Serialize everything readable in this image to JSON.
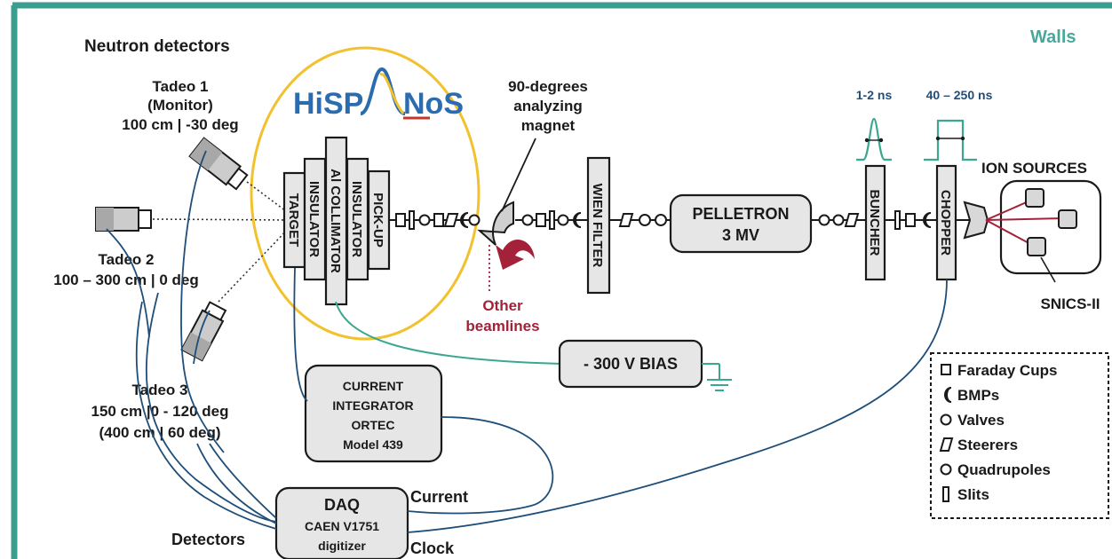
{
  "labels": {
    "neutron_detectors": "Neutron detectors",
    "walls": "Walls",
    "tadeo1": [
      "Tadeo 1",
      "(Monitor)",
      "100 cm | -30 deg"
    ],
    "tadeo2": [
      "Tadeo 2",
      "100 – 300 cm | 0 deg"
    ],
    "tadeo3": [
      "Tadeo 3",
      "150 cm |0 - 120 deg",
      "(400 cm | 60 deg)"
    ],
    "magnet": [
      "90-degrees",
      "analyzing",
      "magnet"
    ],
    "other_beamlines": [
      "Other",
      "beamlines"
    ],
    "pulse1": "1-2 ns",
    "pulse2": "40 – 250 ns",
    "ion_sources": "ION SOURCES",
    "snics": "SNICS-II",
    "pelletron": [
      "PELLETRON",
      "3 MV"
    ],
    "bias": "- 300 V BIAS",
    "integrator": [
      "CURRENT",
      "INTEGRATOR",
      "ORTEC",
      "Model 439"
    ],
    "daq": [
      "DAQ",
      "CAEN V1751",
      "digitizer"
    ],
    "current": "Current",
    "clock": "Clock",
    "detectors": "Detectors"
  },
  "vertical_labels": {
    "target": "TARGET",
    "insulator1": "INSULATOR",
    "collimator": "Al COLLIMATOR",
    "insulator2": "INSULATOR",
    "pickup": "PICK-UP",
    "wien": "WIEN FILTER",
    "buncher": "BUNCHER",
    "chopper": "CHOPPER"
  },
  "logo": {
    "text_left": "HiSP",
    "text_right": "NoS"
  },
  "legend": {
    "items": [
      "Faraday Cups",
      "BMPs",
      "Valves",
      "Steerers",
      "Quadrupoles",
      "Slits"
    ]
  },
  "colors": {
    "wall": "#3a9e8f",
    "walls_text": "#4aa89a",
    "ellipse": "#f2c12e",
    "cable": "#1f4e79",
    "bias_cable": "#3aa891",
    "red": "#a3223a",
    "logo_blue": "#2b6cb0",
    "logo_red": "#c0392b",
    "pulse": "#3aa891",
    "box_fill": "#e6e6e6"
  }
}
